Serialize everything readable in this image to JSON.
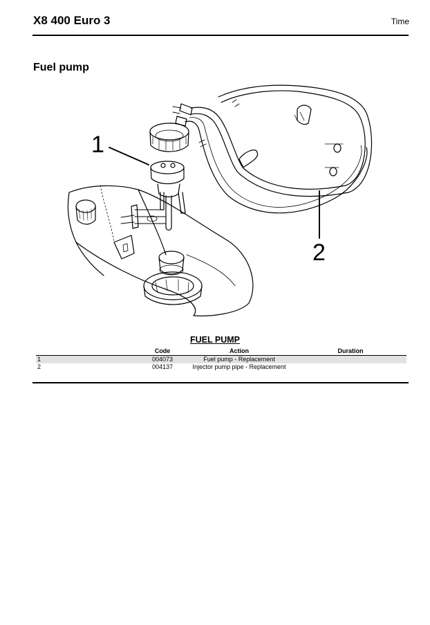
{
  "header": {
    "title": "X8 400 Euro 3",
    "right_label": "Time"
  },
  "section": {
    "title": "Fuel pump"
  },
  "diagram": {
    "callouts": [
      "1",
      "2"
    ]
  },
  "table": {
    "title": "FUEL PUMP",
    "columns": {
      "num": "",
      "code": "Code",
      "action": "Action",
      "duration": "Duration"
    },
    "rows": [
      {
        "num": "1",
        "code": "004073",
        "action": "Fuel pump - Replacement",
        "duration": ""
      },
      {
        "num": "2",
        "code": "004137",
        "action": "Injector pump pipe - Replacement",
        "duration": ""
      }
    ]
  }
}
